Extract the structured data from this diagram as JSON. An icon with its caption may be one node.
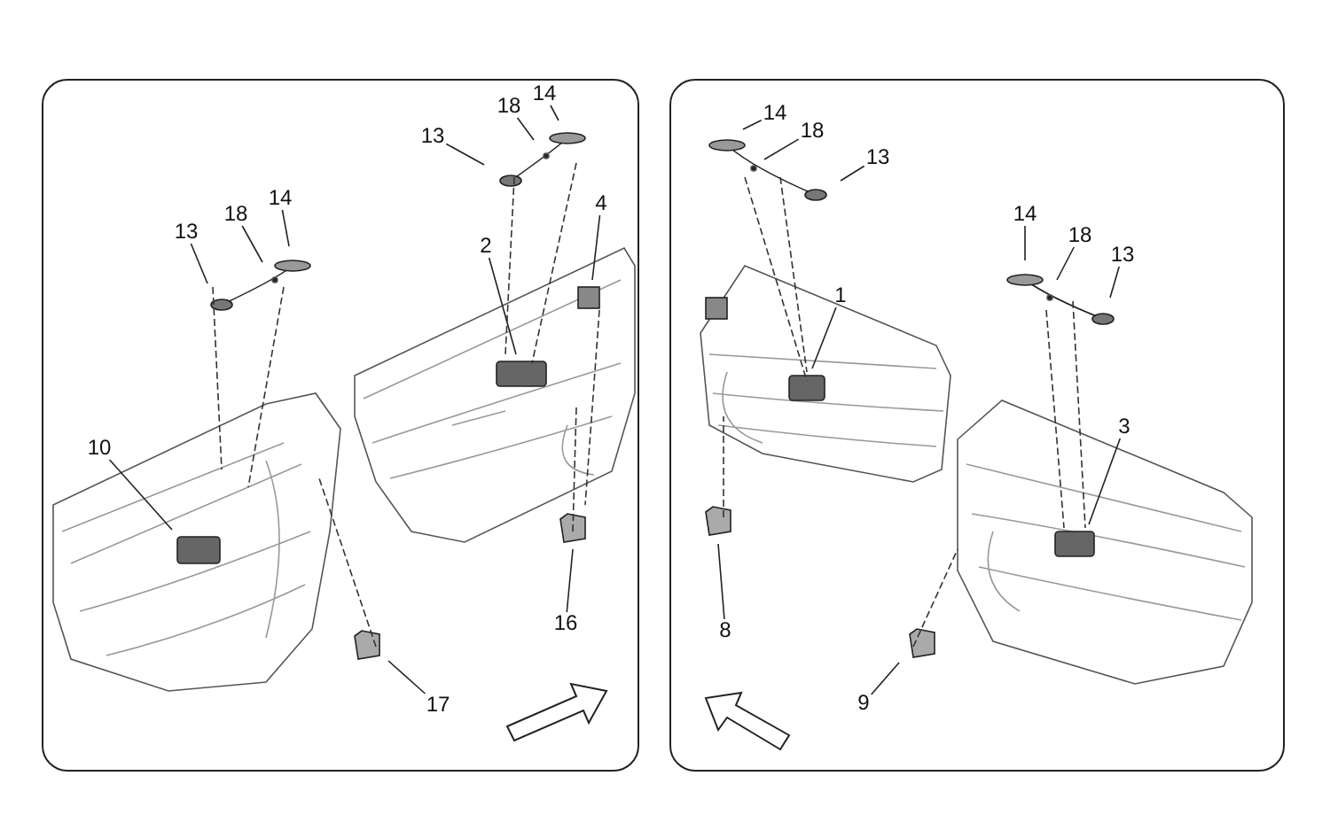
{
  "diagram": {
    "nodes": [
      {
        "text": [
          "14"
        ]
      },
      {
        "text": [
          "18"
        ]
      },
      {
        "text": [
          "13"
        ]
      },
      {
        "text": [
          "4"
        ]
      },
      {
        "text": [
          "14"
        ]
      },
      {
        "text": [
          "18"
        ]
      },
      {
        "text": [
          "13"
        ]
      },
      {
        "text": [
          "2"
        ]
      },
      {
        "text": [
          "10"
        ]
      },
      {
        "text": [
          "16"
        ]
      },
      {
        "text": [
          "17"
        ]
      },
      {
        "text": [
          "14"
        ]
      },
      {
        "text": [
          "18"
        ]
      },
      {
        "text": [
          "13"
        ]
      },
      {
        "text": [
          "14"
        ]
      },
      {
        "text": [
          "18"
        ]
      },
      {
        "text": [
          "13"
        ]
      },
      {
        "text": [
          "1"
        ]
      },
      {
        "text": [
          "3"
        ]
      },
      {
        "text": [
          "8"
        ]
      },
      {
        "text": [
          "9"
        ]
      }
    ],
    "edges": [
      {
        "from": 0,
        "to": null,
        "arrow": "none"
      },
      {
        "from": 1,
        "to": null,
        "arrow": "none"
      },
      {
        "from": 2,
        "to": null,
        "arrow": "none"
      },
      {
        "from": 3,
        "to": null,
        "arrow": "none"
      },
      {
        "from": 4,
        "to": null,
        "arrow": "none"
      },
      {
        "from": 5,
        "to": null,
        "arrow": "none"
      },
      {
        "from": 6,
        "to": null,
        "arrow": "none"
      },
      {
        "from": 7,
        "to": null,
        "arrow": "none"
      },
      {
        "from": 8,
        "to": null,
        "arrow": "none"
      },
      {
        "from": 9,
        "to": null,
        "arrow": "none"
      },
      {
        "from": 10,
        "to": null,
        "arrow": "none"
      },
      {
        "from": 11,
        "to": null,
        "arrow": "none"
      },
      {
        "from": 12,
        "to": null,
        "arrow": "none"
      },
      {
        "from": 13,
        "to": null,
        "arrow": "none"
      },
      {
        "from": 14,
        "to": null,
        "arrow": "none"
      },
      {
        "from": 15,
        "to": null,
        "arrow": "none"
      },
      {
        "from": 16,
        "to": null,
        "arrow": "none"
      },
      {
        "from": 17,
        "to": null,
        "arrow": "none"
      },
      {
        "from": 18,
        "to": null,
        "arrow": "none"
      },
      {
        "from": 19,
        "to": null,
        "arrow": "none"
      },
      {
        "from": 20,
        "to": null,
        "arrow": "none"
      }
    ]
  }
}
